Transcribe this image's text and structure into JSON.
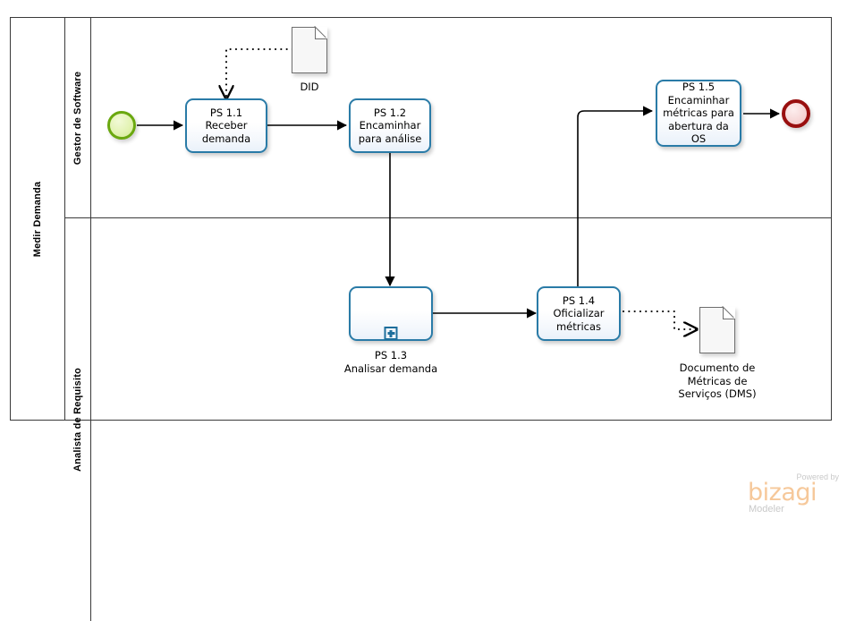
{
  "diagram": {
    "type": "bpmn-process",
    "pool": {
      "title": "Medir Demanda"
    },
    "lanes": [
      {
        "id": "lane-top",
        "title": "Gestor de Software"
      },
      {
        "id": "lane-bottom",
        "title": "Analista de Requisito"
      }
    ],
    "events": [
      {
        "id": "start-event",
        "name": "start-event",
        "kind": "start",
        "color": "#6aa80f",
        "label": ""
      },
      {
        "id": "end-event",
        "name": "end-event",
        "kind": "end",
        "color": "#990f0f",
        "label": ""
      }
    ],
    "tasks": [
      {
        "id": "ps-1-1",
        "code": "PS 1.1",
        "label": "PS 1.1\nReceber\ndemanda",
        "lane": "lane-top"
      },
      {
        "id": "ps-1-2",
        "code": "PS 1.2",
        "label": "PS 1.2\nEncaminhar\npara análise",
        "lane": "lane-top"
      },
      {
        "id": "ps-1-5",
        "code": "PS 1.5",
        "label": "PS 1.5\nEncaminhar\nmétricas para\nabertura da OS",
        "lane": "lane-top"
      },
      {
        "id": "ps-1-4",
        "code": "PS 1.4",
        "label": "PS 1.4\nOficializar\nmétricas",
        "lane": "lane-bottom"
      }
    ],
    "subprocesses": [
      {
        "id": "ps-1-3",
        "code": "PS 1.3",
        "label": "PS 1.3\nAnalisar demanda",
        "marker": "collapsed-plus",
        "lane": "lane-bottom"
      }
    ],
    "data_objects": [
      {
        "id": "did-doc",
        "label": "DID",
        "lane": "lane-top"
      },
      {
        "id": "dms-doc",
        "label": "Documento de\nMétricas de\nServiços (DMS)",
        "lane": "lane-bottom"
      }
    ],
    "flows": [
      {
        "from": "start-event",
        "to": "ps-1-1",
        "type": "sequence"
      },
      {
        "from": "ps-1-1",
        "to": "ps-1-2",
        "type": "sequence"
      },
      {
        "from": "ps-1-2",
        "to": "ps-1-3",
        "type": "sequence"
      },
      {
        "from": "ps-1-3",
        "to": "ps-1-4",
        "type": "sequence"
      },
      {
        "from": "ps-1-4",
        "to": "ps-1-5",
        "type": "sequence"
      },
      {
        "from": "ps-1-5",
        "to": "end-event",
        "type": "sequence"
      },
      {
        "from": "did-doc",
        "to": "ps-1-1",
        "type": "association"
      },
      {
        "from": "ps-1-4",
        "to": "dms-doc",
        "type": "association"
      }
    ],
    "colors": {
      "task_border": "#2a7ba7",
      "lane_border": "#3a3a3a",
      "connector": "#000000",
      "doc_border": "#6e6e6e"
    }
  },
  "watermark": {
    "powered_by": "Powered by",
    "brand": "bizagi",
    "product": "Modeler"
  }
}
